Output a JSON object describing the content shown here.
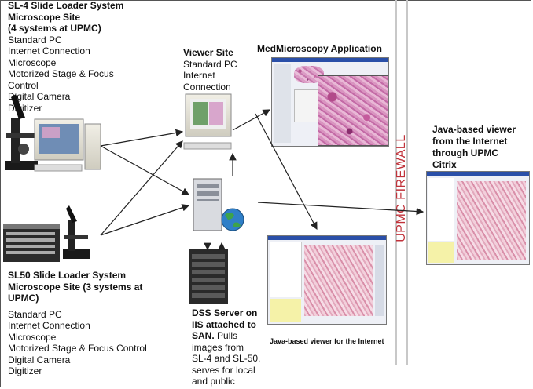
{
  "sl4": {
    "title_lines": [
      "SL-4 Slide Loader System",
      "Microscope Site",
      "(4 systems at UPMC)"
    ],
    "items": [
      "Standard PC",
      "Internet Connection",
      "Microscope",
      "Motorized Stage & Focus",
      "Control",
      "Digital Camera",
      "Digitizer"
    ]
  },
  "viewer_site": {
    "title": "Viewer Site",
    "items": [
      "Standard PC",
      "Internet",
      "Connection"
    ]
  },
  "medmicroscopy": {
    "title": "MedMicroscopy Application"
  },
  "sl50": {
    "title_lines": [
      "SL50 Slide Loader System",
      "Microscope Site (3 systems at",
      "UPMC)"
    ],
    "items": [
      "Standard PC",
      "Internet  Connection",
      "Microscope",
      "Motorized Stage & Focus Control",
      "Digital Camera",
      "Digitizer"
    ]
  },
  "dss": {
    "title_lines": [
      "DSS Server on",
      "IIS attached to",
      "SAN."
    ],
    "body_lines": [
      "Pulls",
      "images from",
      "SL-4 and SL-50,",
      "serves for local",
      "and public"
    ]
  },
  "java_internet": {
    "caption": "Java-based viewer for the Internet"
  },
  "java_citrix": {
    "lines": [
      "Java-based viewer",
      "from the Internet",
      "through UPMC",
      "Citrix"
    ]
  },
  "firewall": {
    "label": "UPMC FIREWALL",
    "color": "#c0323a"
  },
  "icons": [
    "microscope-icon",
    "computer-monitor-icon",
    "server-tower-icon",
    "globe-icon",
    "server-rack-icon"
  ]
}
